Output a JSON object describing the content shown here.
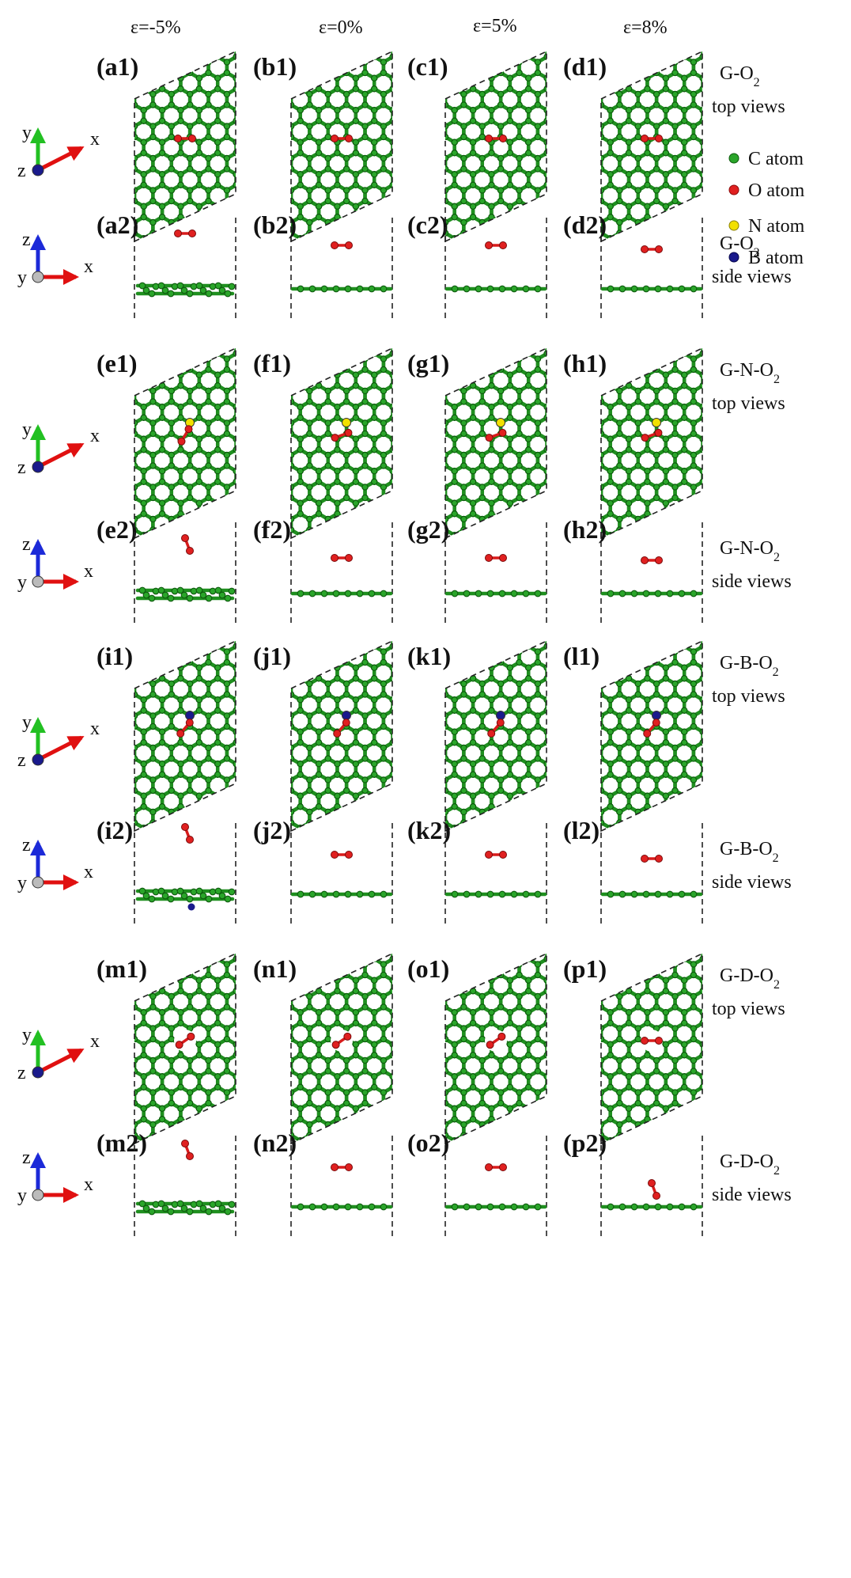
{
  "strain_headers": [
    "ε=-5%",
    "ε=0%",
    "ε=5%",
    "ε=8%"
  ],
  "rows": [
    {
      "labels": [
        "(a1)",
        "(b1)",
        "(c1)",
        "(d1)"
      ],
      "title_main": "G-O",
      "title_sub": "2",
      "title_view": "top views"
    },
    {
      "labels": [
        "(a2)",
        "(b2)",
        "(c2)",
        "(d2)"
      ],
      "title_main": "G-O",
      "title_sub": "2",
      "title_view": "side views"
    },
    {
      "labels": [
        "(e1)",
        "(f1)",
        "(g1)",
        "(h1)"
      ],
      "title_main": "G-N-O",
      "title_sub": "2",
      "title_view": "top views"
    },
    {
      "labels": [
        "(e2)",
        "(f2)",
        "(g2)",
        "(h2)"
      ],
      "title_main": "G-N-O",
      "title_sub": "2",
      "title_view": "side views"
    },
    {
      "labels": [
        "(i1)",
        "(j1)",
        "(k1)",
        "(l1)"
      ],
      "title_main": "G-B-O",
      "title_sub": "2",
      "title_view": "top views"
    },
    {
      "labels": [
        "(i2)",
        "(j2)",
        "(k2)",
        "(l2)"
      ],
      "title_main": "G-B-O",
      "title_sub": "2",
      "title_view": "side views"
    },
    {
      "labels": [
        "(m1)",
        "(n1)",
        "(o1)",
        "(p1)"
      ],
      "title_main": "G-D-O",
      "title_sub": "2",
      "title_view": "top views"
    },
    {
      "labels": [
        "(m2)",
        "(n2)",
        "(o2)",
        "(p2)"
      ],
      "title_main": "G-D-O",
      "title_sub": "2",
      "title_view": "side views"
    }
  ],
  "legend": [
    {
      "label": "C atom",
      "color": "#2aa52a"
    },
    {
      "label": "O atom",
      "color": "#e02020"
    },
    {
      "label": "N atom",
      "color": "#f2e000"
    },
    {
      "label": "B atom",
      "color": "#1a1a8c"
    }
  ],
  "axes": {
    "top_view": [
      "y",
      "x",
      "z"
    ],
    "side_view": [
      "z",
      "x",
      "y"
    ]
  },
  "atom_colors": {
    "C": "#2aa52a",
    "O": "#e02020",
    "N": "#f2e000",
    "B": "#1a1a8c"
  }
}
